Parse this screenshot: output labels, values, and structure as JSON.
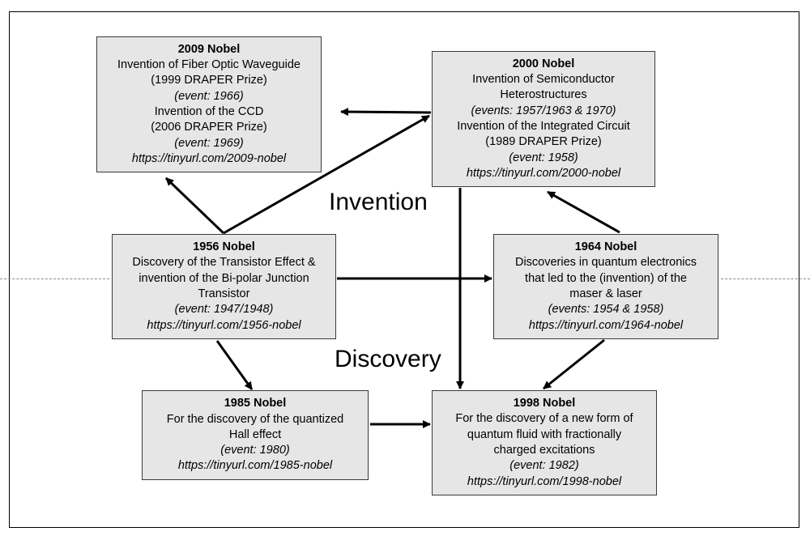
{
  "labels": {
    "invention": "Invention",
    "discovery": "Discovery"
  },
  "boxes": {
    "nobel2009": {
      "title": "2009 Nobel",
      "line1": "Invention of Fiber Optic Waveguide",
      "line2": "(1999 DRAPER Prize)",
      "line3": "(event: 1966)",
      "line4": "Invention of the CCD",
      "line5": "(2006 DRAPER Prize)",
      "line6": "(event: 1969)",
      "line7": "https://tinyurl.com/2009-nobel"
    },
    "nobel2000": {
      "title": "2000 Nobel",
      "line1": "Invention of Semiconductor",
      "line2": "Heterostructures",
      "line3": "(events: 1957/1963 & 1970)",
      "line4": "Invention of the Integrated Circuit",
      "line5": "(1989 DRAPER Prize)",
      "line6": "(event: 1958)",
      "line7": "https://tinyurl.com/2000-nobel"
    },
    "nobel1956": {
      "title": "1956 Nobel",
      "line1": "Discovery of the Transistor Effect &",
      "line2": "invention of the Bi-polar Junction",
      "line3": "Transistor",
      "line4": "(event: 1947/1948)",
      "line5": "https://tinyurl.com/1956-nobel"
    },
    "nobel1964": {
      "title": "1964 Nobel",
      "line1": "Discoveries in quantum electronics",
      "line2": "that led to the (invention) of the",
      "line3": "maser & laser",
      "line4": "(events: 1954 & 1958)",
      "line5": "https://tinyurl.com/1964-nobel"
    },
    "nobel1985": {
      "title": "1985 Nobel",
      "line1": "For the discovery of the quantized",
      "line2": "Hall effect",
      "line3": "(event: 1980)",
      "line4": "https://tinyurl.com/1985-nobel"
    },
    "nobel1998": {
      "title": "1998 Nobel",
      "line1": "For the discovery of a new form of",
      "line2": "quantum fluid with fractionally",
      "line3": "charged excitations",
      "line4": "(event: 1982)",
      "line5": "https://tinyurl.com/1998-nobel"
    }
  }
}
